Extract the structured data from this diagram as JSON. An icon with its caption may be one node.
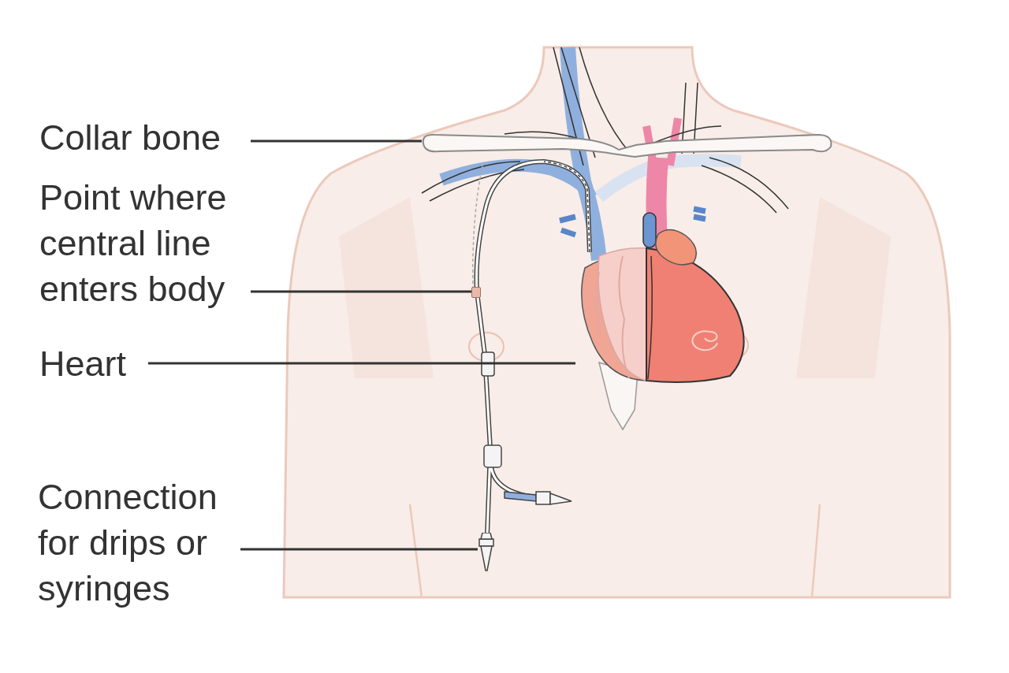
{
  "diagram": {
    "nodes": [
      {
        "text": [
          "Collar bone"
        ]
      },
      {
        "text": [
          "Point where central line enters body"
        ]
      },
      {
        "text": [
          "Heart"
        ]
      },
      {
        "text": [
          "Connection for drips or syringes"
        ]
      },
      {
        "text": [],
        "shape": "picture"
      },
      {
        "text": [],
        "shape": "box"
      },
      {
        "text": [],
        "shape": "picture"
      },
      {
        "text": [],
        "shape": "picture"
      }
    ],
    "edges": [
      {
        "from": 0,
        "to": 4,
        "arrow": "none"
      },
      {
        "from": 1,
        "to": 5,
        "arrow": "none"
      },
      {
        "from": 2,
        "to": 6,
        "arrow": "none"
      },
      {
        "from": 3,
        "to": 7,
        "arrow": "none"
      }
    ]
  }
}
